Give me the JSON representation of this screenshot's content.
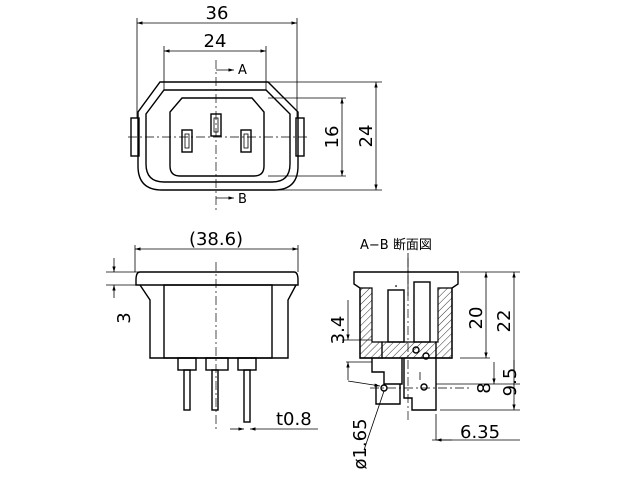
{
  "top_view": {
    "dims": {
      "overall_width": "36",
      "inner_width": "24",
      "inner_height": "16",
      "overall_height": "24"
    },
    "section_marks": {
      "a": "A",
      "b": "B"
    }
  },
  "front_view": {
    "dims": {
      "flange_width": "(38.6)",
      "flange_thickness": "3",
      "pin_thickness": "t0.8"
    }
  },
  "section_view": {
    "title": "A−B 断面図",
    "dims": {
      "height_20": "20",
      "height_22": "22",
      "depth_3_4": "3.4",
      "dim_8": "8",
      "dim_9_5": "9.5",
      "hole_diameter": "ø1.65",
      "tab_width": "6.35"
    }
  }
}
